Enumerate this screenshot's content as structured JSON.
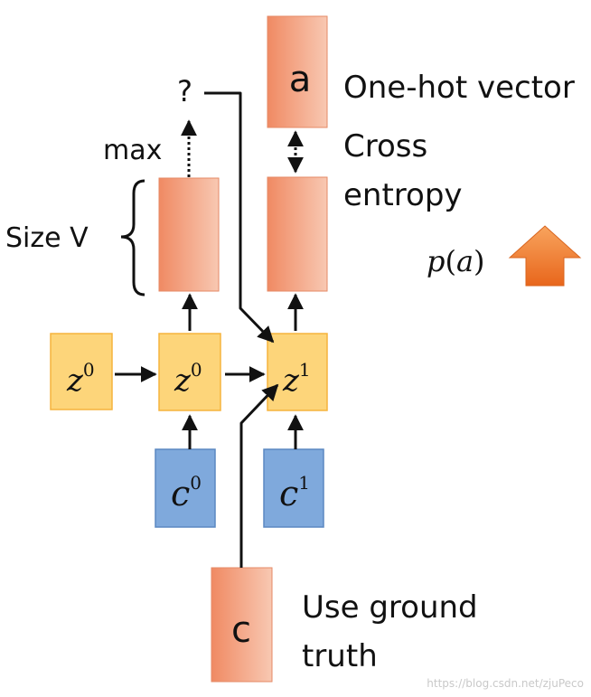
{
  "labels": {
    "question": "?",
    "max": "max",
    "size_v": "Size V",
    "one_hot_vector": "One-hot vector",
    "cross": "Cross",
    "entropy": "entropy",
    "use_ground": "Use ground",
    "truth": "truth",
    "p_func": "p",
    "p_open": "(",
    "p_arg": "a",
    "p_close": ")"
  },
  "boxes": {
    "a": "a",
    "c": "c"
  },
  "math": {
    "z_var": "z",
    "c_var": "c",
    "sup_0": "0",
    "sup_1": "1"
  },
  "watermark": "https://blog.csdn.net/zjuPeco",
  "colors": {
    "orange_dark": "#f08a63",
    "orange_light": "#f8c8b2",
    "orange_border": "#e07a55",
    "yellow_fill": "#fdd57a",
    "yellow_border": "#f5b33d",
    "blue_fill": "#7fa9dc",
    "blue_border": "#5b88c2",
    "up_arrow": "#f07a2c"
  },
  "icons": {
    "up_arrow": "up-arrow-icon"
  }
}
